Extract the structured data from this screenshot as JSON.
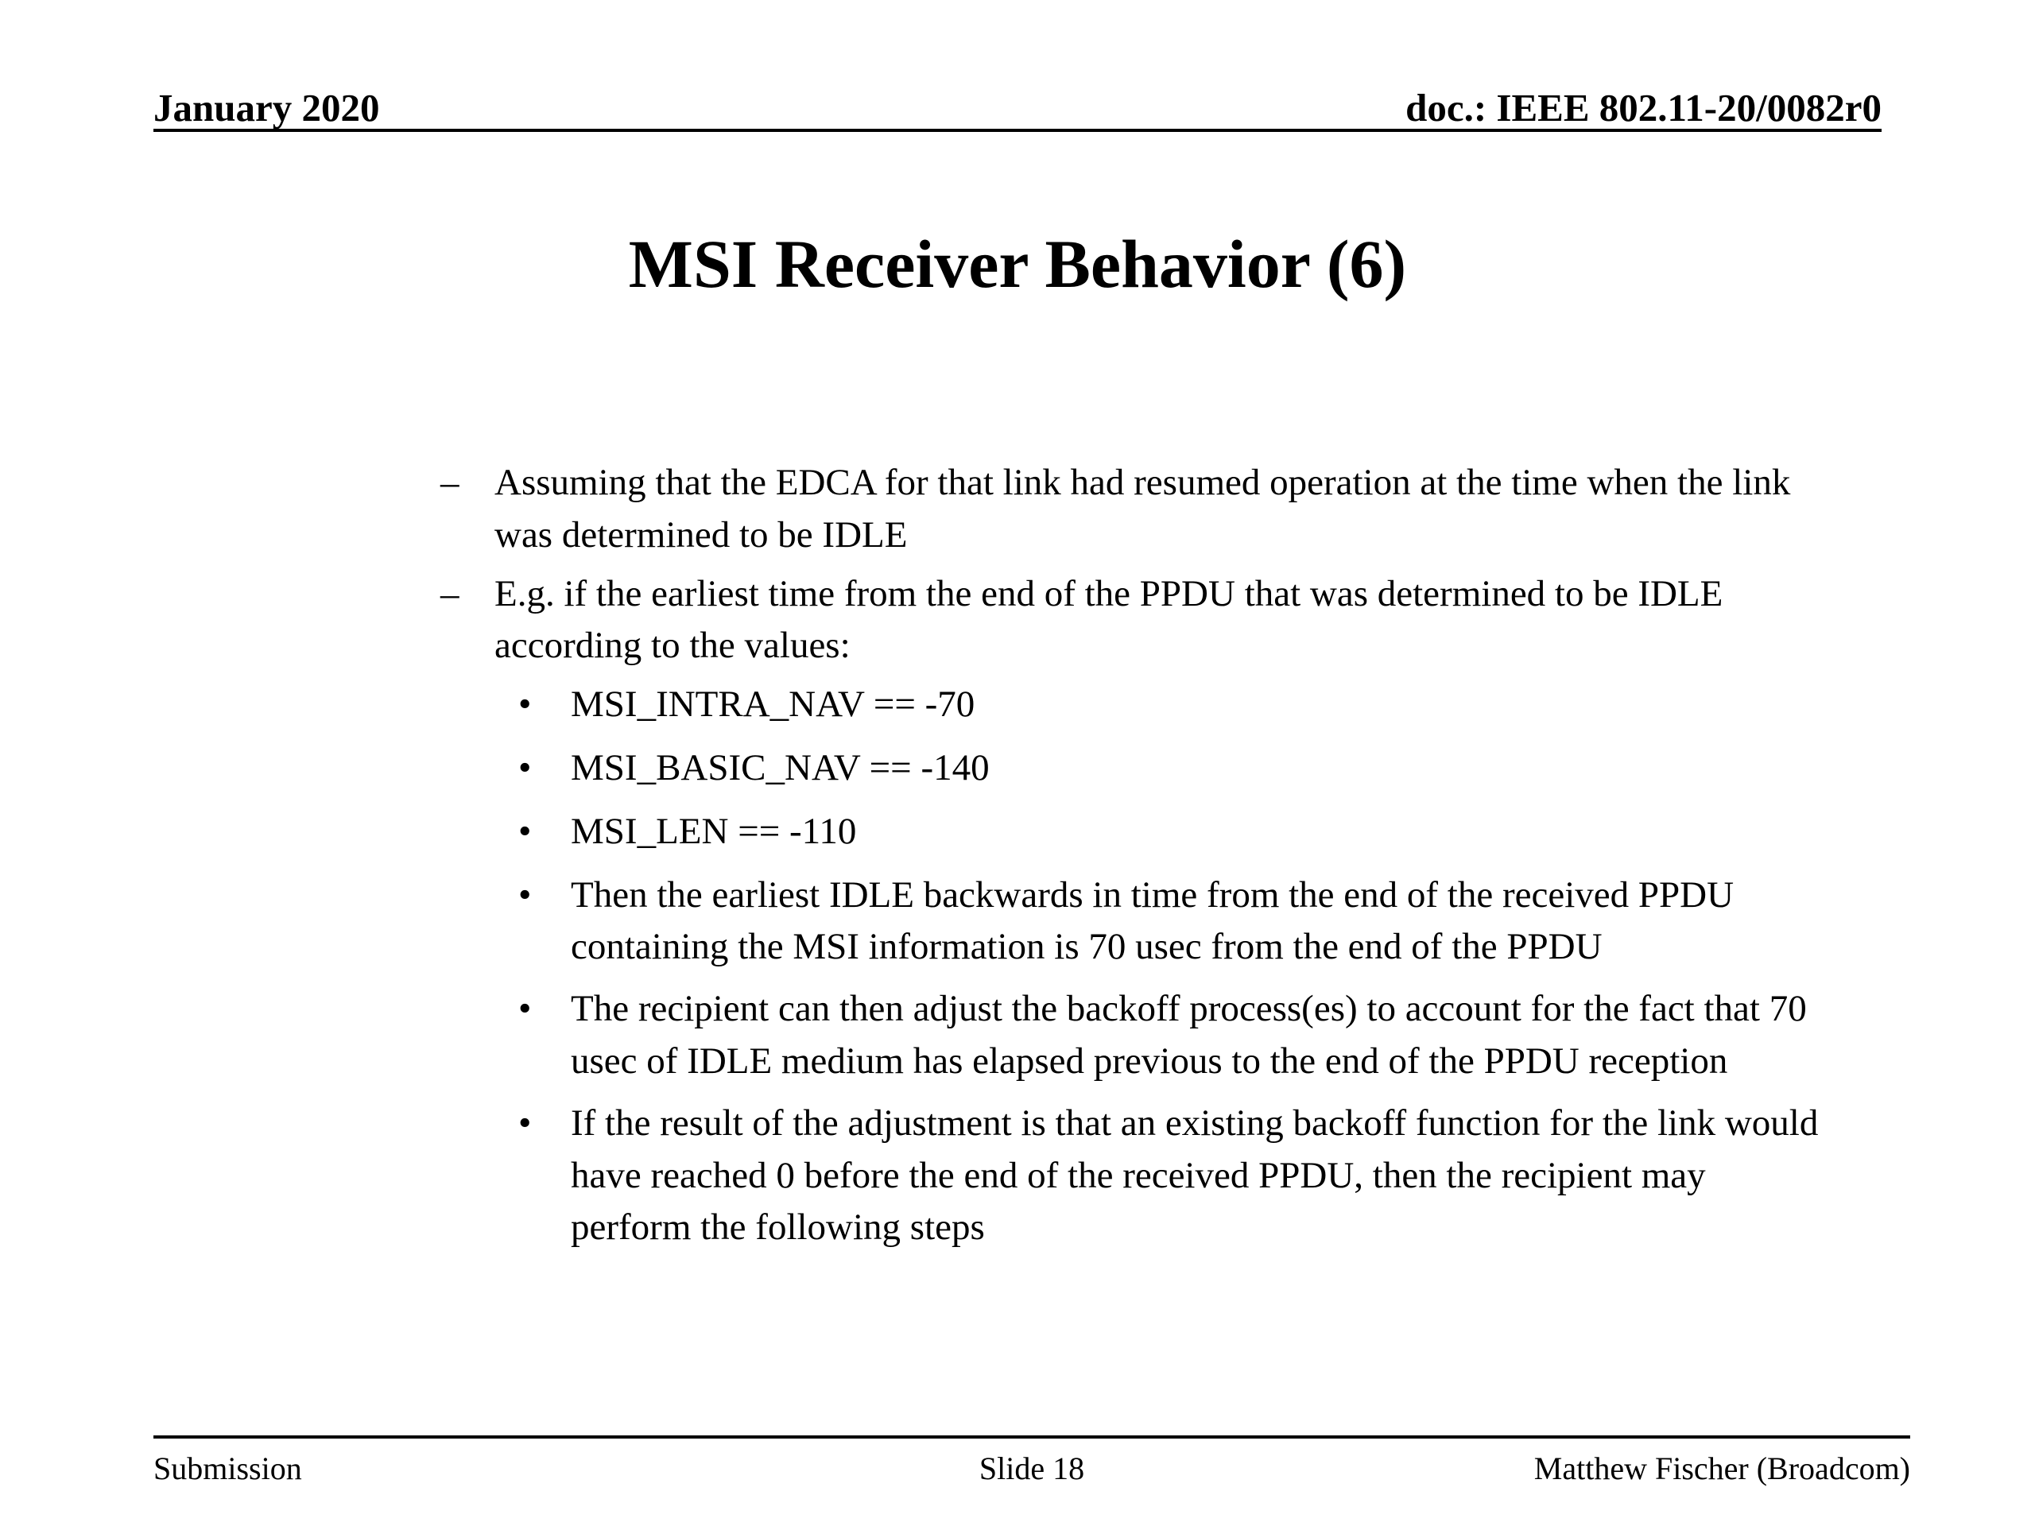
{
  "header": {
    "date": "January 2020",
    "doc": "doc.: IEEE 802.11-20/0082r0"
  },
  "title": "MSI Receiver Behavior (6)",
  "body": {
    "dash_marker": "–",
    "bullet_marker": "•",
    "level1_items": [
      "Assuming that the EDCA for that link had resumed operation at the time when the link was determined to be IDLE",
      "E.g. if the earliest time from the end of the PPDU that was determined to be IDLE according to the values:"
    ],
    "level2_items": [
      "MSI_INTRA_NAV == -70",
      "MSI_BASIC_NAV == -140",
      "MSI_LEN == -110",
      "Then the earliest IDLE backwards in time from the end of the received PPDU containing the MSI information is 70 usec from the end of the PPDU",
      "The recipient can then adjust the backoff process(es) to account for the fact that 70 usec of IDLE medium has elapsed previous to the end of the PPDU reception",
      "If the result of the adjustment is that an existing backoff function for the link would have reached 0 before the end of the received PPDU, then the recipient may perform the following steps"
    ]
  },
  "footer": {
    "left": "Submission",
    "center": "Slide 18",
    "right": "Matthew Fischer (Broadcom)"
  },
  "colors": {
    "text": "#000000",
    "background": "#ffffff",
    "rule": "#000000"
  }
}
